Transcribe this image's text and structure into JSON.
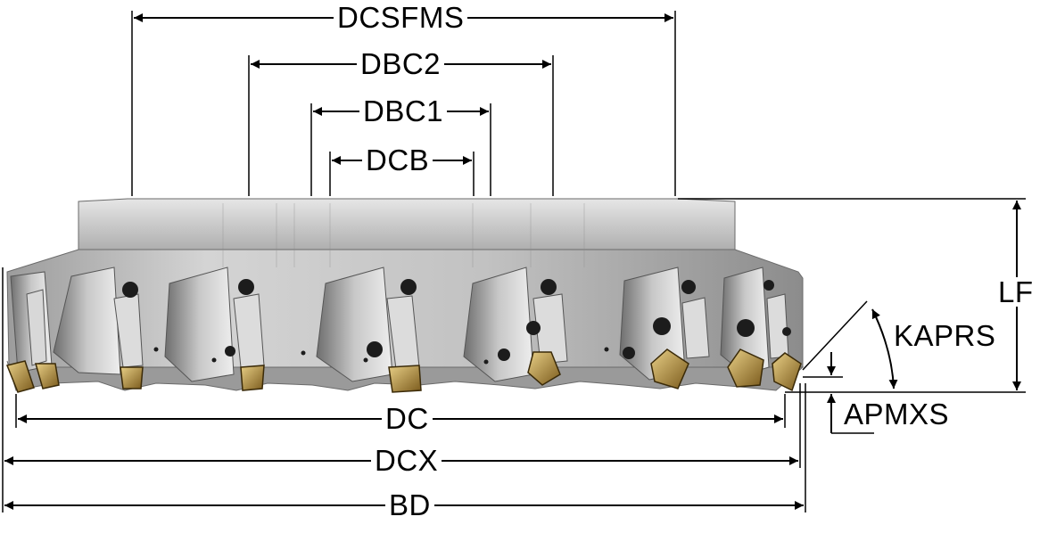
{
  "dimensions": {
    "dcsfms": "DCSFMS",
    "dbc2": "DBC2",
    "dbc1": "DBC1",
    "dcb": "DCB",
    "lf": "LF",
    "kaprs": "KAPRS",
    "apmxs": "APMXS",
    "dc": "DC",
    "dcx": "DCX",
    "bd": "BD"
  },
  "colors": {
    "line": "#000000",
    "body_light": "#d9d9d9",
    "body_mid": "#b8b8b8",
    "body_dark": "#7a7a7a",
    "insert": "#c9a24a"
  }
}
